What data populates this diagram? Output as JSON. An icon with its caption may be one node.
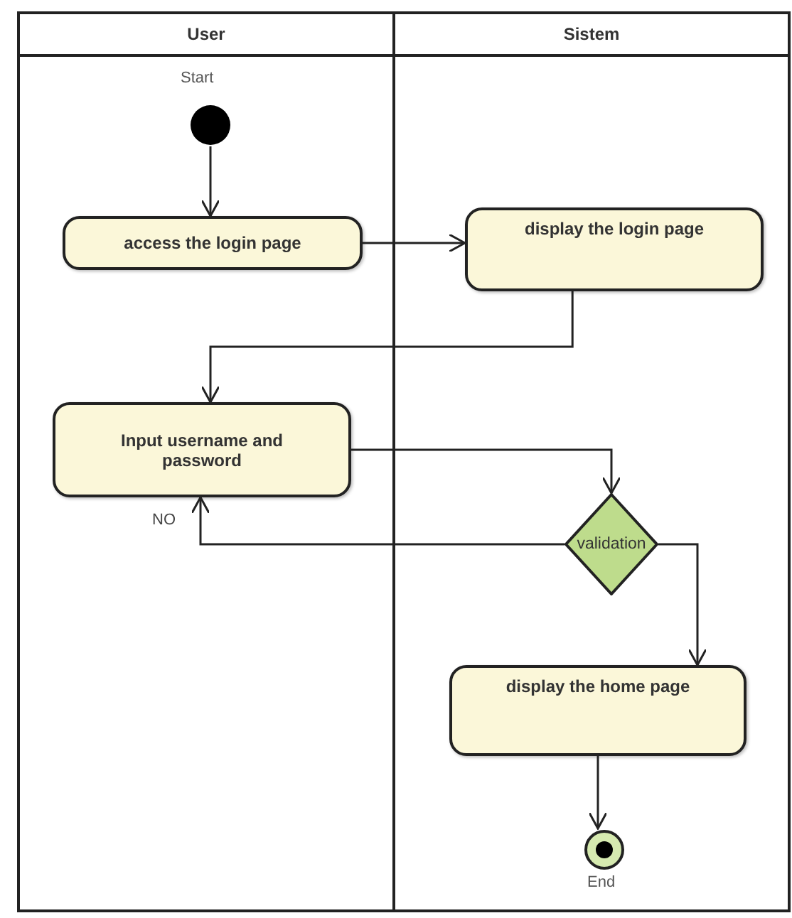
{
  "diagram": {
    "nodes": [
      {
        "text": [
          "User"
        ]
      },
      {
        "text": [
          "Sistem"
        ]
      },
      {
        "text": [],
        "shape": "circle",
        "in": 0,
        "beside": [
          "Start"
        ]
      },
      {
        "text": [
          "access the login page"
        ],
        "in": 0
      },
      {
        "text": [
          "display the login page"
        ],
        "in": 1
      },
      {
        "text": [
          "Input username and password"
        ],
        "in": 0
      },
      {
        "text": [
          "validation"
        ],
        "in": 1
      },
      {
        "text": [
          "display the home page"
        ],
        "in": 1
      },
      {
        "text": [],
        "shape": "circle",
        "in": 1,
        "beside": [
          "End"
        ]
      }
    ],
    "edges": [
      {
        "from": 2,
        "to": 3,
        "arrow": "to"
      },
      {
        "from": 3,
        "to": 4,
        "arrow": "to"
      },
      {
        "from": 4,
        "to": 5,
        "arrow": "to"
      },
      {
        "from": 5,
        "to": 6,
        "arrow": "to"
      },
      {
        "from": 6,
        "to": 5,
        "arrow": "to",
        "label": "NO"
      },
      {
        "from": 6,
        "to": 7,
        "arrow": "to"
      },
      {
        "from": 7,
        "to": 8,
        "arrow": "to"
      }
    ]
  }
}
